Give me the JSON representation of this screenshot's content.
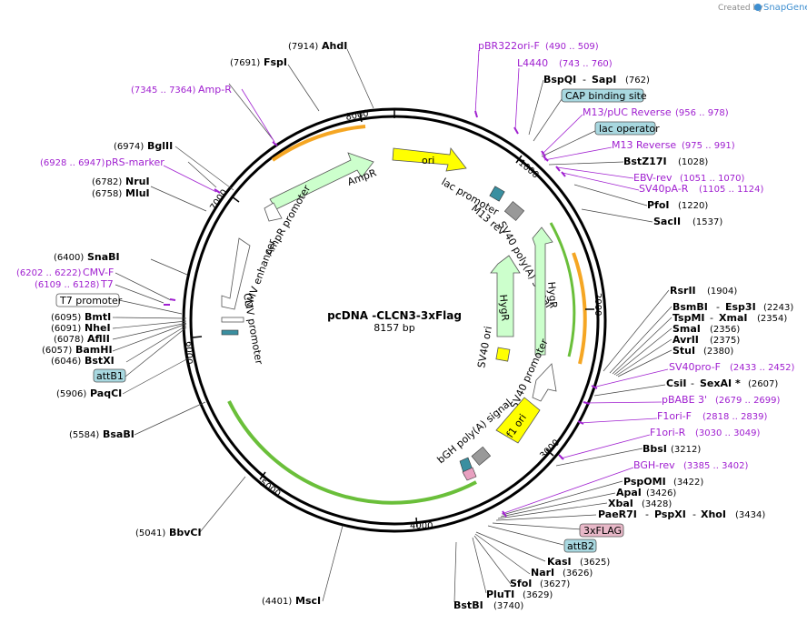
{
  "brand": {
    "created_by": "Created by",
    "app": "SnapGene"
  },
  "plasmid": {
    "name": "pcDNA -CLCN3-3xFlag",
    "length": "8157 bp"
  },
  "ticks": [
    "1000",
    "2000",
    "3000",
    "4000",
    "5000",
    "6000",
    "7000",
    "8000"
  ],
  "features": [
    {
      "label": "ori",
      "color": "#ffff00"
    },
    {
      "label": "AmpR",
      "color": "#ccffcc"
    },
    {
      "label": "AmpR promoter",
      "color": "#ffffff"
    },
    {
      "label": "CMV enhancer",
      "color": "#ffffff"
    },
    {
      "label": "CMV promoter",
      "color": "#ffffff"
    },
    {
      "label": "lac promoter",
      "color": "#ffffff"
    },
    {
      "label": "M13 rev",
      "color": "#ffffff"
    },
    {
      "label": "SV40 poly(A) signal",
      "color": "#ffffff"
    },
    {
      "label": "HygR",
      "color": "#ccffcc"
    },
    {
      "label": "HygR",
      "color": "#ccffcc"
    },
    {
      "label": "SV40 ori",
      "color": "#ffff00"
    },
    {
      "label": "SV40 promoter",
      "color": "#ffffff"
    },
    {
      "label": "f1 ori",
      "color": "#ffff00"
    },
    {
      "label": "bGH poly(A) signal",
      "color": "#ffffff"
    }
  ],
  "enzymes_left": [
    {
      "name": "AhdI",
      "pos": "(7914)"
    },
    {
      "name": "FspI",
      "pos": "(7691)"
    },
    {
      "name": "BglII",
      "pos": "(6974)"
    },
    {
      "name": "NruI",
      "pos": "(6782)"
    },
    {
      "name": "MluI",
      "pos": "(6758)"
    },
    {
      "name": "SnaBI",
      "pos": "(6400)"
    },
    {
      "name": "BmtI",
      "pos": "(6095)"
    },
    {
      "name": "NheI",
      "pos": "(6091)"
    },
    {
      "name": "AflII",
      "pos": "(6078)"
    },
    {
      "name": "BamHI",
      "pos": "(6057)"
    },
    {
      "name": "BstXI",
      "pos": "(6046)"
    },
    {
      "name": "PaqCI",
      "pos": "(5906)"
    },
    {
      "name": "BsaBI",
      "pos": "(5584)"
    },
    {
      "name": "BbvCI",
      "pos": "(5041)"
    },
    {
      "name": "MscI",
      "pos": "(4401)"
    }
  ],
  "primers_left": [
    {
      "name": "Amp-R",
      "pos": "(7345 .. 7364)"
    },
    {
      "name": "pRS-marker",
      "pos": "(6928 .. 6947)"
    },
    {
      "name": "CMV-F",
      "pos": "(6202 .. 6222)"
    },
    {
      "name": "T7",
      "pos": "(6109 .. 6128)"
    }
  ],
  "boxes_left": [
    {
      "label": "T7 promoter"
    },
    {
      "label": "attB1"
    }
  ],
  "primers_right": [
    {
      "name": "pBR322ori-F",
      "pos": "(490 .. 509)"
    },
    {
      "name": "L4440",
      "pos": "(743 .. 760)"
    },
    {
      "name": "M13/pUC Reverse",
      "pos": "(956 .. 978)"
    },
    {
      "name": "M13 Reverse",
      "pos": "(975 .. 991)"
    },
    {
      "name": "EBV-rev",
      "pos": "(1051 .. 1070)"
    },
    {
      "name": "SV40pA-R",
      "pos": "(1105 .. 1124)"
    },
    {
      "name": "SV40pro-F",
      "pos": "(2433 .. 2452)"
    },
    {
      "name": "pBABE 3'",
      "pos": "(2679 .. 2699)"
    },
    {
      "name": "F1ori-F",
      "pos": "(2818 .. 2839)"
    },
    {
      "name": "F1ori-R",
      "pos": "(3030 .. 3049)"
    },
    {
      "name": "BGH-rev",
      "pos": "(3385 .. 3402)"
    }
  ],
  "boxes_right": [
    {
      "label": "CAP binding site"
    },
    {
      "label": "lac operator"
    },
    {
      "label": "3xFLAG"
    },
    {
      "label": "attB2"
    }
  ],
  "enzymes_right": {
    "bspqi": "BspQI",
    "sapi": "SapI",
    "bspqi_pos": "(762)",
    "bstz17i": "BstZ17I",
    "bstz17i_pos": "(1028)",
    "pfoi": "PfoI",
    "pfoi_pos": "(1220)",
    "sacii": "SacII",
    "sacii_pos": "(1537)",
    "rsrii": "RsrII",
    "rsrii_pos": "(1904)",
    "bsmbi": "BsmBI",
    "esp3i": "Esp3I",
    "bsmbi_pos": "(2243)",
    "tspmi": "TspMI",
    "xmai": "XmaI",
    "tspmi_pos": "(2354)",
    "smai": "SmaI",
    "smai_pos": "(2356)",
    "avrii": "AvrII",
    "avrii_pos": "(2375)",
    "stui": "StuI",
    "stui_pos": "(2380)",
    "csii": "CsiI",
    "sexai": "SexAI",
    "star": "*",
    "csii_pos": "(2607)",
    "bbsi": "BbsI",
    "bbsi_pos": "(3212)",
    "pspomi": "PspOMI",
    "pspomi_pos": "(3422)",
    "apai": "ApaI",
    "apai_pos": "(3426)",
    "xbai": "XbaI",
    "xbai_pos": "(3428)",
    "paer7i": "PaeR7I",
    "pspxi": "PspXI",
    "xhoi": "XhoI",
    "paer7i_pos": "(3434)",
    "kasi": "KasI",
    "kasi_pos": "(3625)",
    "nari": "NarI",
    "nari_pos": "(3626)",
    "sfoi": "SfoI",
    "sfoi_pos": "(3627)",
    "pluti": "PluTI",
    "pluti_pos": "(3629)",
    "bstbi": "BstBI",
    "bstbi_pos": "(3740)"
  },
  "colors": {
    "backbone": "#000000",
    "primer": "#a020d0",
    "green_feature": "#ccffcc",
    "yellow_feature": "#ffff00",
    "orange_arc": "#f5a623",
    "green_arc": "#6abf3a",
    "box_blue": "#a8d8e0",
    "box_pink": "#e8b8c8"
  }
}
